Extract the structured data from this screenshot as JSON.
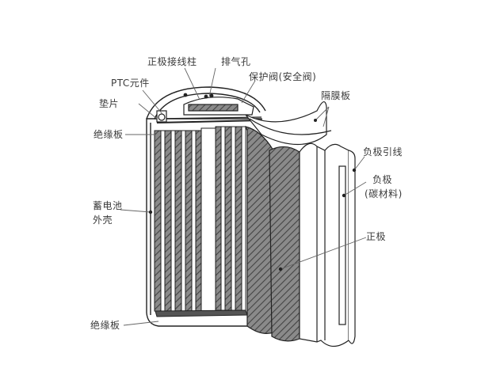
{
  "diagram": {
    "title": "",
    "subject": "cylindrical battery cutaway",
    "colors": {
      "line": "#222222",
      "hatch": "#555555",
      "fill_light": "#ffffff",
      "fill_dark": "#6e6e6e",
      "text": "#3a3a3a"
    },
    "labels": {
      "positive_terminal": "正极接线柱",
      "vent_hole": "排气孔",
      "ptc_element": "PTC元件",
      "safety_valve": "保护阀(安全阀)",
      "gasket": "垫片",
      "separator": "隔膜板",
      "insulator_top": "绝缘板",
      "negative_lead": "负极引线",
      "negative_electrode_line1": "负极",
      "negative_electrode_line2": "(碳材料)",
      "battery_case_line1": "蓄电池",
      "battery_case_line2": "外壳",
      "positive_electrode": "正极",
      "insulator_bottom": "绝缘板"
    }
  }
}
